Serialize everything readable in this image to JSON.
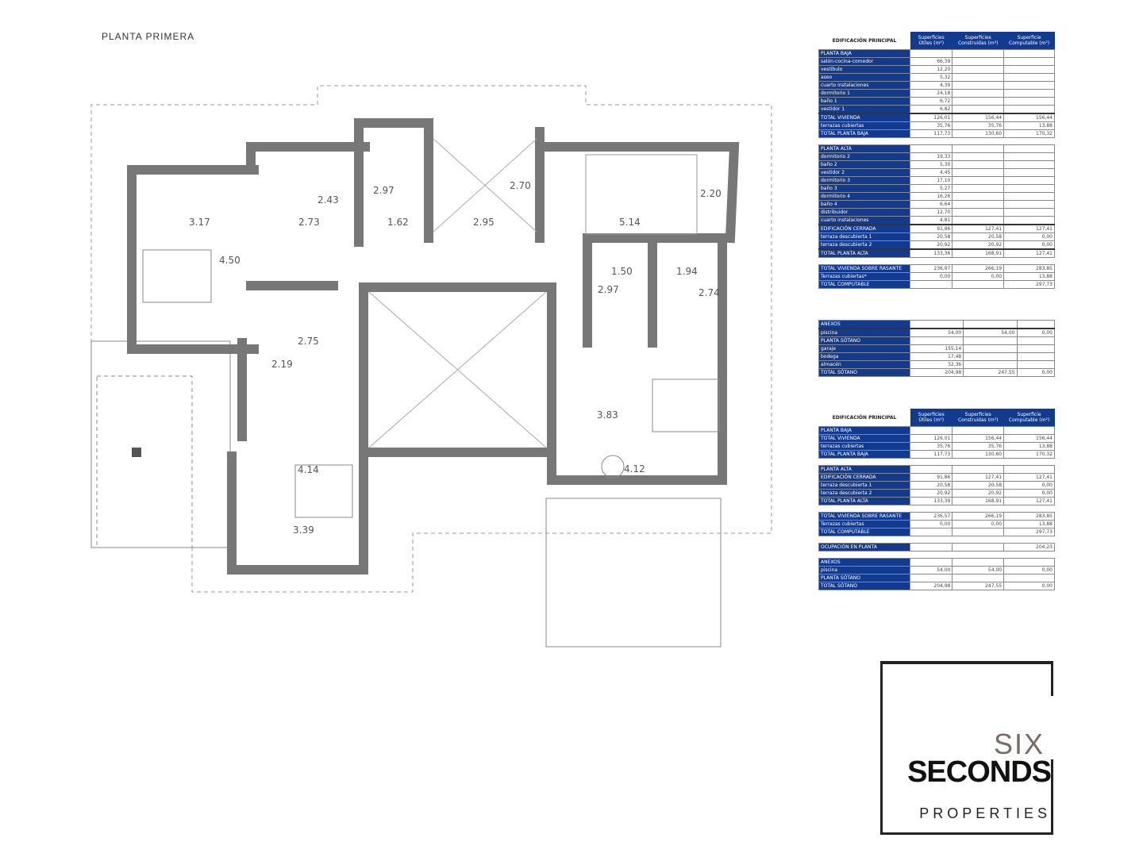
{
  "title": "PLANTA PRIMERA",
  "dimensions": [
    "3.17",
    "2.73",
    "2.43",
    "2.97",
    "1.62",
    "2.95",
    "2.70",
    "5.14",
    "2.20",
    "4.50",
    "1.50",
    "1.94",
    "2.97",
    "2.74",
    "2.75",
    "2.19",
    "3.83",
    "4.14",
    "4.12",
    "3.39"
  ],
  "headers": [
    "EDIFICACIÓN PRINCIPAL",
    "Superficies Útiles (m²)",
    "Superficies Construidas (m²)",
    "Superficie Computable (m²)"
  ],
  "table1": [
    {
      "label": "PLANTA BAJA",
      "values": [
        "",
        "",
        ""
      ]
    },
    {
      "label": "salón-cocina-comedor",
      "values": [
        "66,39",
        "",
        ""
      ]
    },
    {
      "label": "vestíbulo",
      "values": [
        "12,20",
        "",
        ""
      ]
    },
    {
      "label": "aseo",
      "values": [
        "5,32",
        "",
        ""
      ]
    },
    {
      "label": "cuarto instalaciones",
      "values": [
        "4,39",
        "",
        ""
      ]
    },
    {
      "label": "dormitorio 1",
      "values": [
        "24,18",
        "",
        ""
      ]
    },
    {
      "label": "baño 1",
      "values": [
        "6,72",
        "",
        ""
      ]
    },
    {
      "label": "vestidor 1",
      "values": [
        "6,82",
        "",
        ""
      ]
    },
    {
      "label": "TOTAL VIVIENDA",
      "values": [
        "126,01",
        "156,44",
        "156,44"
      ],
      "total": true
    },
    {
      "label": "terrazas cubiertas",
      "values": [
        "35,76",
        "35,76",
        "13,88"
      ]
    },
    {
      "label": "TOTAL PLANTA BAJA",
      "values": [
        "117,73",
        "130,60",
        "170,32"
      ]
    },
    {
      "gap": true
    },
    {
      "label": "PLANTA ALTA",
      "values": [
        "",
        "",
        ""
      ]
    },
    {
      "label": "dormitorio 2",
      "values": [
        "19,33",
        "",
        ""
      ]
    },
    {
      "label": "baño 2",
      "values": [
        "5,30",
        "",
        ""
      ]
    },
    {
      "label": "vestidor 2",
      "values": [
        "4,45",
        "",
        ""
      ]
    },
    {
      "label": "dormitorio 3",
      "values": [
        "17,10",
        "",
        ""
      ]
    },
    {
      "label": "baño 3",
      "values": [
        "5,27",
        "",
        ""
      ]
    },
    {
      "label": "dormitorio 4",
      "values": [
        "16,26",
        "",
        ""
      ]
    },
    {
      "label": "baño 4",
      "values": [
        "6,64",
        "",
        ""
      ]
    },
    {
      "label": "distribuidor",
      "values": [
        "12,70",
        "",
        ""
      ]
    },
    {
      "label": "cuarto instalaciones",
      "values": [
        "4,81",
        "",
        ""
      ]
    },
    {
      "label": "EDIFICACIÓN CERRADA",
      "values": [
        "91,86",
        "127,41",
        "127,41"
      ],
      "total": true
    },
    {
      "label": "terraza descubierta 1",
      "values": [
        "20,58",
        "20,58",
        "0,00"
      ]
    },
    {
      "label": "terraza descubierta 2",
      "values": [
        "20,92",
        "20,92",
        "0,00"
      ]
    },
    {
      "label": "TOTAL PLANTA ALTA",
      "values": [
        "133,36",
        "168,91",
        "127,41"
      ],
      "total": true
    },
    {
      "gap": true
    },
    {
      "label": "TOTAL VIVIENDA SOBRE RASANTE",
      "values": [
        "236,97",
        "266,19",
        "283,85"
      ]
    },
    {
      "label": "Terrazas cubiertas*",
      "values": [
        "0,00",
        "0,00",
        "13,88"
      ]
    },
    {
      "label": "TOTAL COMPUTABLE",
      "values": [
        "",
        "",
        "297,73"
      ]
    }
  ],
  "table2": [
    {
      "label": "ANEXOS",
      "values": [
        "",
        "",
        ""
      ]
    },
    {
      "label": "piscina",
      "values": [
        "54,00",
        "54,00",
        "0,00"
      ],
      "total": true
    },
    {
      "label": "PLANTA SÓTANO",
      "values": [
        "",
        "",
        ""
      ]
    },
    {
      "label": "garaje",
      "values": [
        "155,14",
        "",
        ""
      ]
    },
    {
      "label": "bodega",
      "values": [
        "17,48",
        "",
        ""
      ]
    },
    {
      "label": "almacén",
      "values": [
        "32,36",
        "",
        ""
      ]
    },
    {
      "label": "TOTAL SÓTANO",
      "values": [
        "204,98",
        "247,55",
        "0,00"
      ]
    }
  ],
  "table3": [
    {
      "label": "PLANTA BAJA",
      "values": [
        "",
        "",
        ""
      ]
    },
    {
      "label": "TOTAL VIVIENDA",
      "values": [
        "126,01",
        "156,44",
        "156,44"
      ]
    },
    {
      "label": "terrazas cubiertas",
      "values": [
        "35,76",
        "35,76",
        "13,88"
      ]
    },
    {
      "label": "TOTAL PLANTA BAJA",
      "values": [
        "117,73",
        "130,60",
        "170,32"
      ]
    },
    {
      "gap": true
    },
    {
      "label": "PLANTA ALTA",
      "values": [
        "",
        "",
        ""
      ]
    },
    {
      "label": "EDIFICACIÓN CERRADA",
      "values": [
        "91,86",
        "127,41",
        "127,41"
      ]
    },
    {
      "label": "terraza descubierta 1",
      "values": [
        "20,58",
        "20,58",
        "0,00"
      ]
    },
    {
      "label": "terraza descubierta 2",
      "values": [
        "20,92",
        "20,92",
        "0,00"
      ]
    },
    {
      "label": "TOTAL PLANTA ALTA",
      "values": [
        "133,39",
        "168,91",
        "127,41"
      ]
    },
    {
      "gap": true
    },
    {
      "label": "TOTAL VIVIENDA SOBRE RASANTE",
      "values": [
        "236,57",
        "266,19",
        "283,85"
      ]
    },
    {
      "label": "Terrazas cubiertas",
      "values": [
        "0,00",
        "0,00",
        "13,88"
      ]
    },
    {
      "label": "TOTAL COMPUTABLE",
      "values": [
        "",
        "",
        "297,73"
      ]
    },
    {
      "gap": true
    },
    {
      "label": "OCUPACIÓN EN PLANTA",
      "values": [
        "",
        "",
        "204,23"
      ]
    },
    {
      "gap": true
    },
    {
      "label": "ANEXOS",
      "values": [
        "",
        "",
        ""
      ]
    },
    {
      "label": "piscina",
      "values": [
        "54,00",
        "54,00",
        "0,00"
      ]
    },
    {
      "label": "PLANTA SÓTANO",
      "values": [
        "",
        "",
        ""
      ]
    },
    {
      "label": "TOTAL SÓTANO",
      "values": [
        "204,98",
        "247,55",
        "0,00"
      ]
    }
  ],
  "logo": {
    "line1": "SIX",
    "line2": "SECONDS",
    "line3": "PROPERTIES"
  }
}
